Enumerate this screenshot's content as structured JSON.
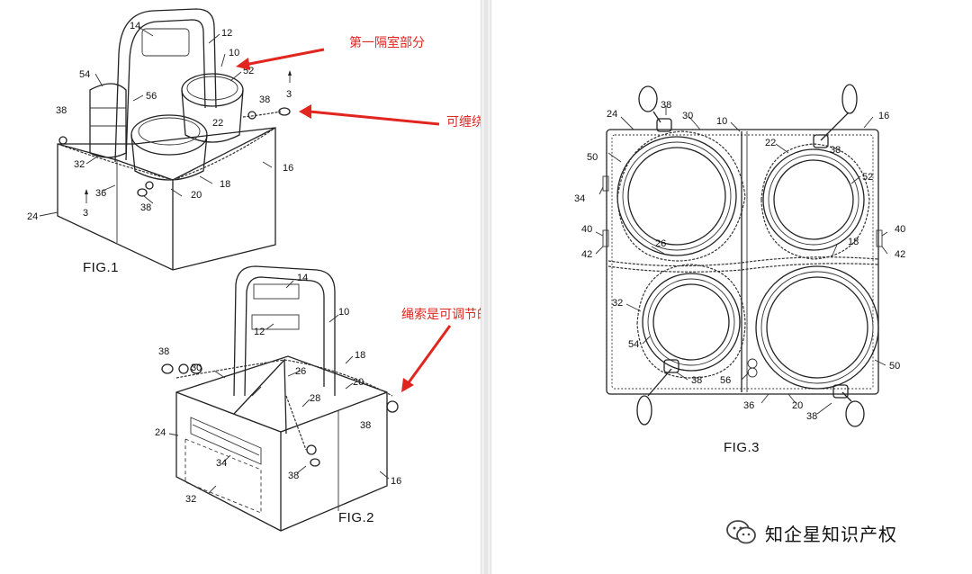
{
  "fig1": {
    "caption": "FIG.1",
    "refs": [
      "14",
      "12",
      "10",
      "54",
      "52",
      "56",
      "3",
      "38",
      "22",
      "38",
      "32",
      "36",
      "3",
      "38",
      "20",
      "18",
      "16",
      "24"
    ]
  },
  "fig2": {
    "caption": "FIG.2",
    "refs": [
      "14",
      "12",
      "10",
      "38",
      "30",
      "18",
      "26",
      "20",
      "28",
      "24",
      "38",
      "34",
      "38",
      "16",
      "32"
    ]
  },
  "fig3": {
    "caption": "FIG.3",
    "refs": [
      "38",
      "24",
      "30",
      "10",
      "16",
      "22",
      "38",
      "50",
      "52",
      "34",
      "40",
      "42",
      "26",
      "18",
      "40",
      "42",
      "32",
      "54",
      "38",
      "56",
      "50",
      "36",
      "20",
      "38"
    ]
  },
  "annotations": {
    "compartment": "第一隔室部分",
    "wrap_rope": "可缠绕的绳索",
    "adjustable_rope": "绳索是可调节的"
  },
  "colors": {
    "annotation": "#e0261f",
    "line": "#222222",
    "divider": "#f1f1f1"
  },
  "watermark": {
    "icon": "wechat-icon",
    "text": "知企星知识产权"
  }
}
